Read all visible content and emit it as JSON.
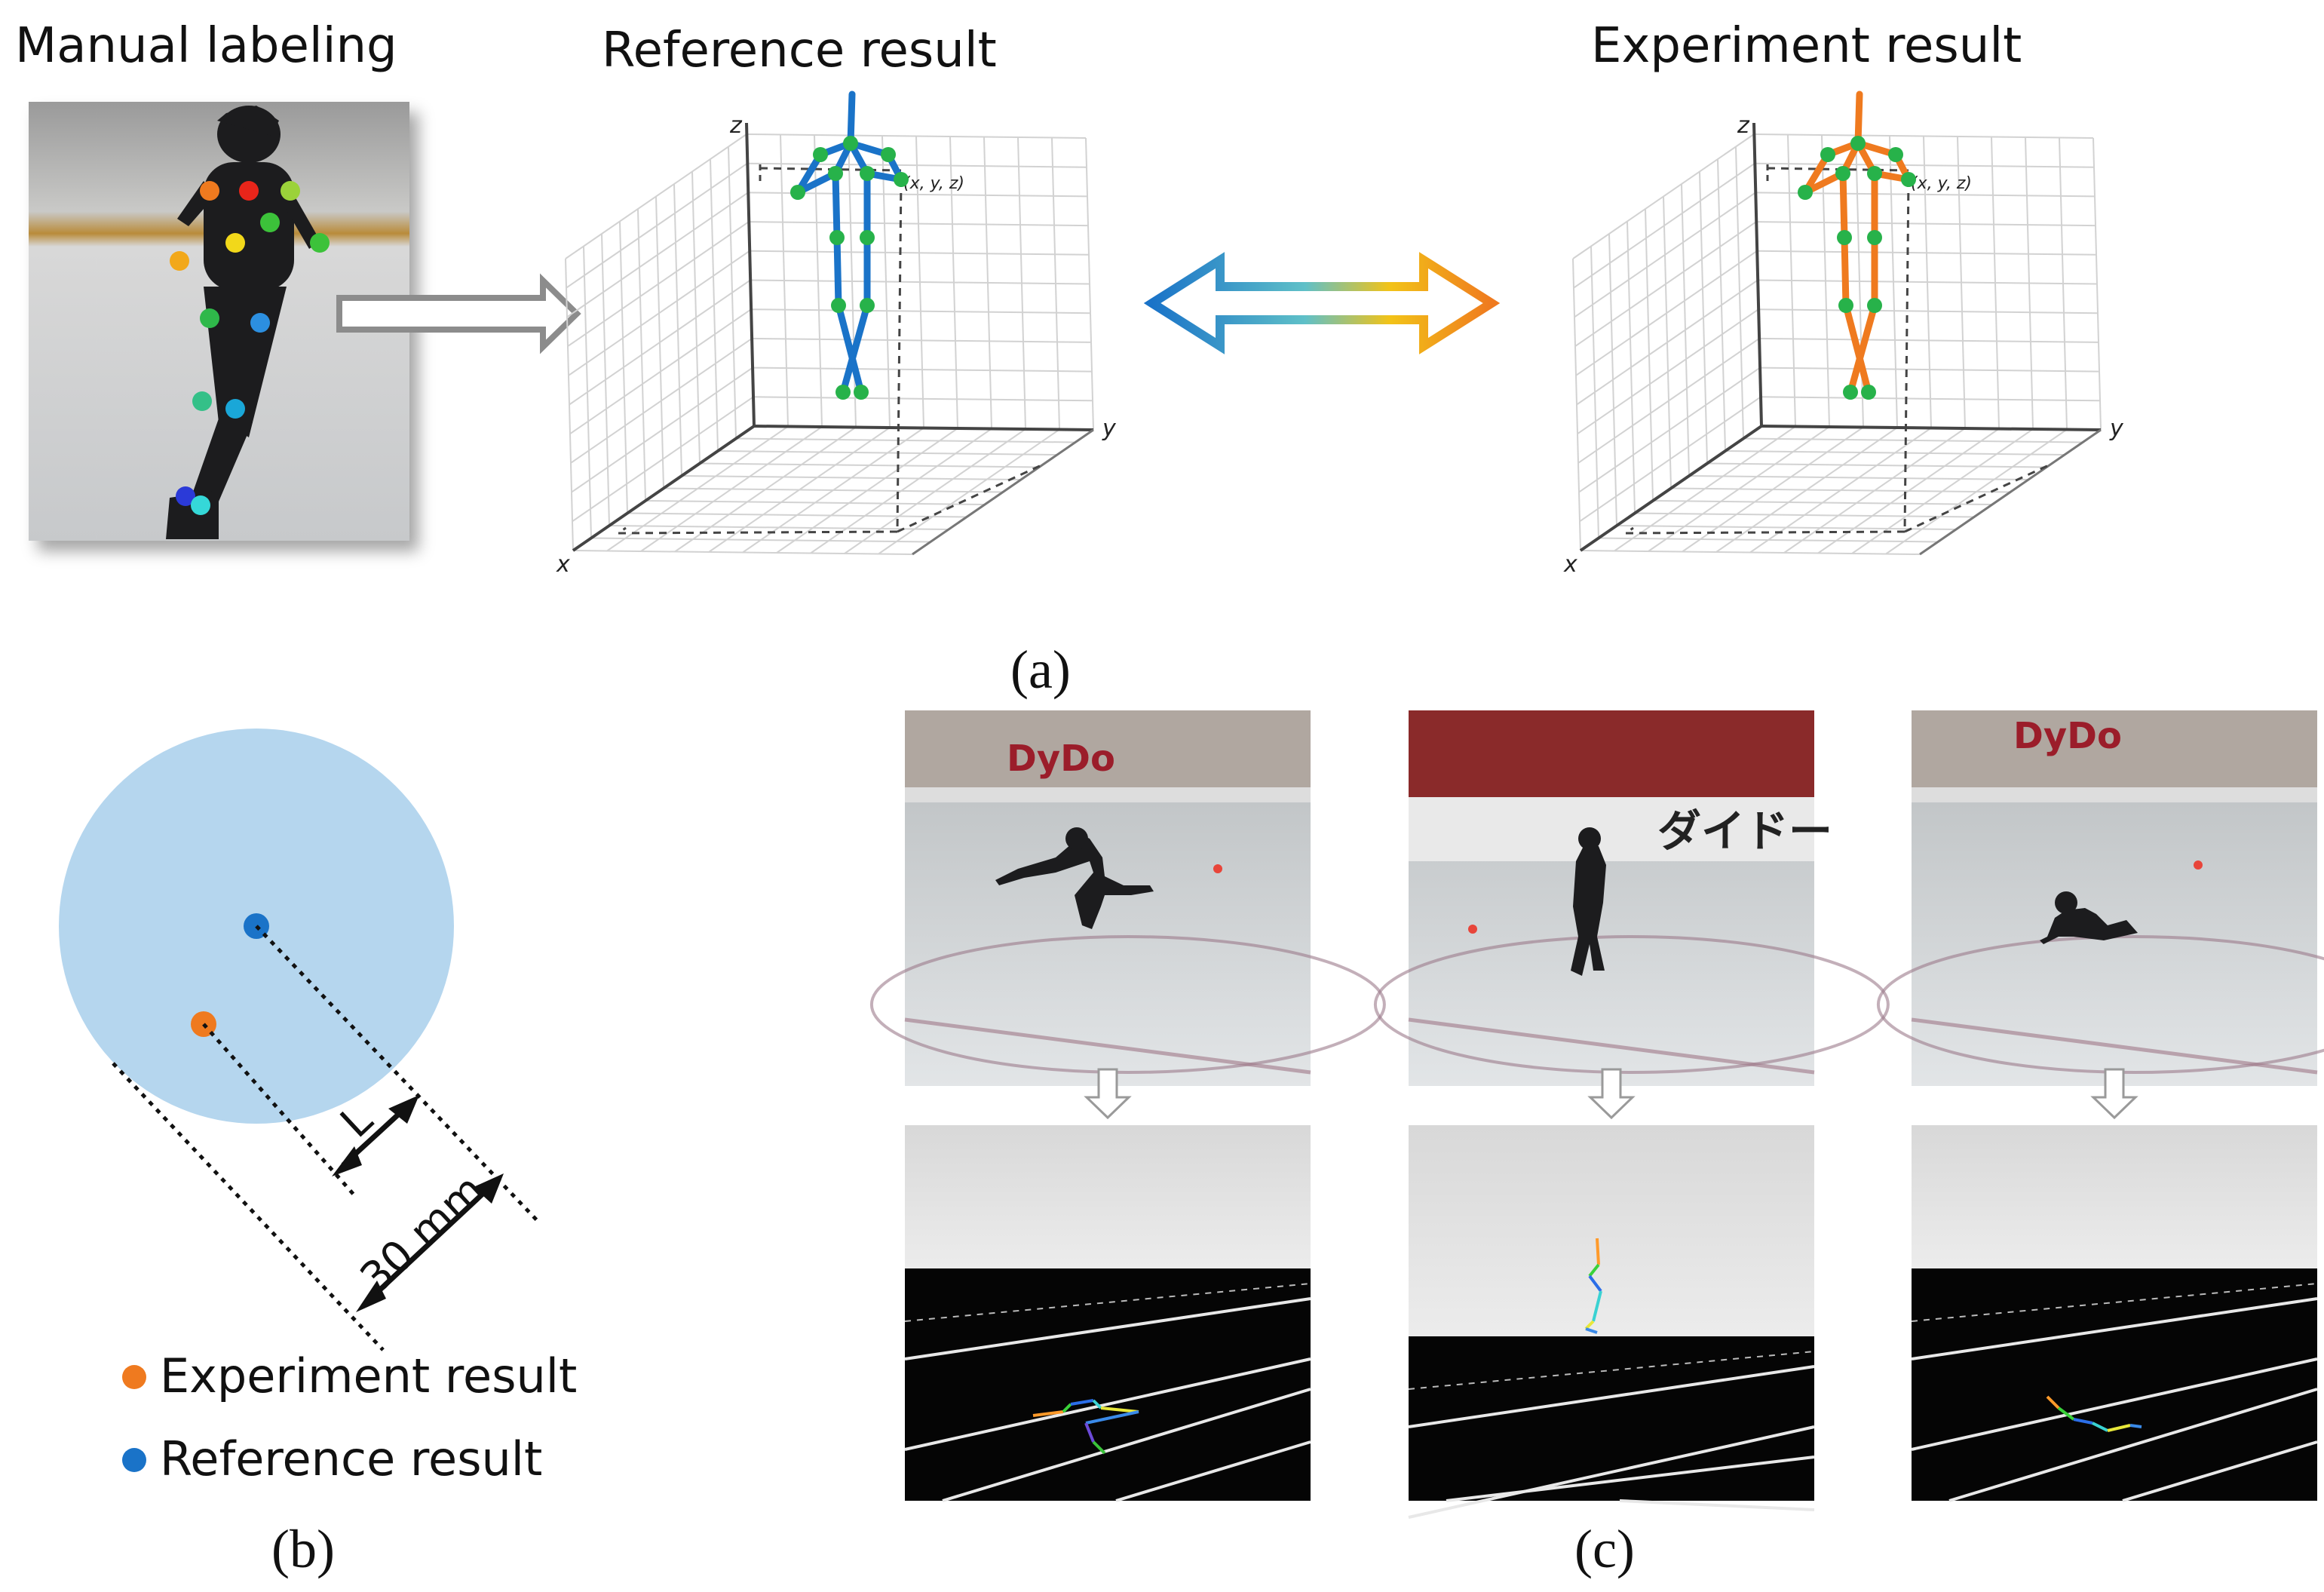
{
  "panel_a": {
    "labels": {
      "manual": "Manual labeling",
      "reference": "Reference result",
      "experiment": "Experiment result"
    },
    "axes": {
      "x": "x",
      "y": "y",
      "z": "z",
      "point": "(x, y, z)"
    },
    "caption": "(a)"
  },
  "panel_b": {
    "dimension_L": "L",
    "dimension_30": "30 mm",
    "legend": {
      "experiment": "Experiment result",
      "reference": "Reference result"
    },
    "caption": "(b)"
  },
  "panel_c": {
    "sign_text": "DyDo",
    "banner_text": "ダイドー",
    "caption": "(c)"
  },
  "colors": {
    "reference_blue": "#1a73c8",
    "experiment_orange": "#ef7a1f",
    "joint_green": "#27b24a",
    "tolerance_circle": "#b5d6ee",
    "arrow_gray": "#8c8c8c"
  }
}
